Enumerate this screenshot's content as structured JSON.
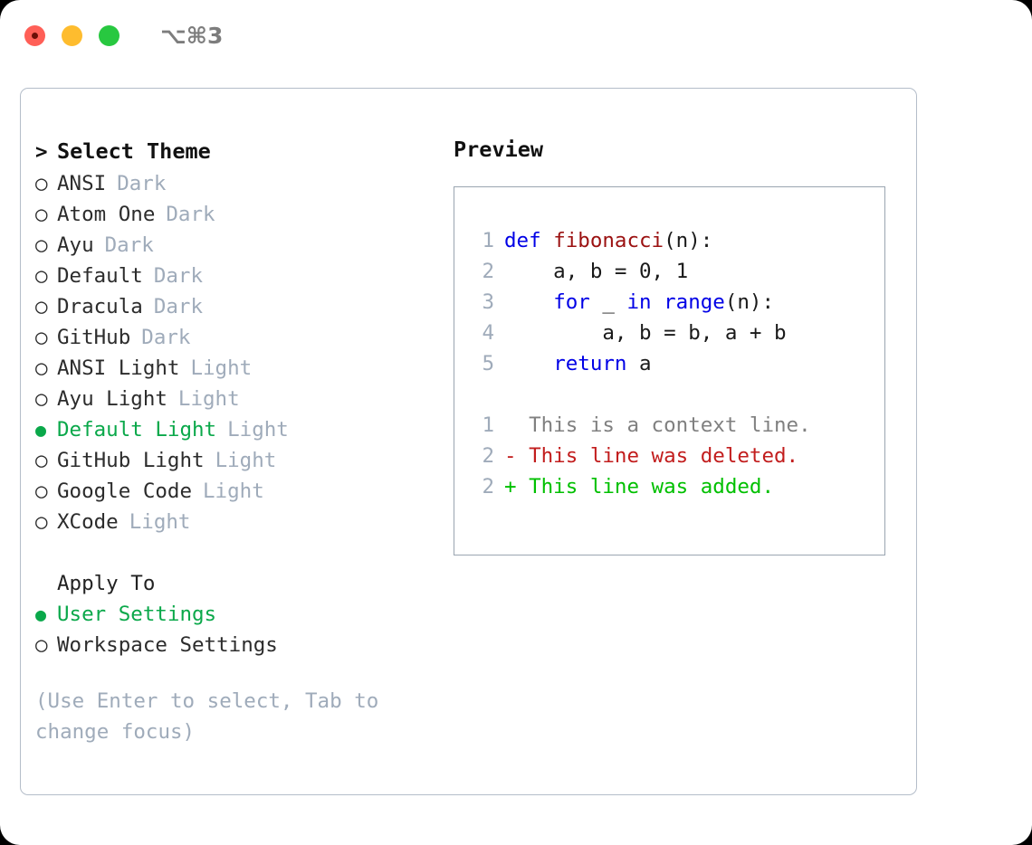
{
  "titlebar": {
    "shortcut": "⌥⌘3",
    "lights": [
      "close",
      "minimize",
      "zoom"
    ]
  },
  "theme_list": {
    "header": {
      "marker": ">",
      "label": "Select Theme"
    },
    "items": [
      {
        "marker": "○",
        "name": "ANSI",
        "badge": "Dark",
        "selected": false
      },
      {
        "marker": "○",
        "name": "Atom One",
        "badge": "Dark",
        "selected": false
      },
      {
        "marker": "○",
        "name": "Ayu",
        "badge": "Dark",
        "selected": false
      },
      {
        "marker": "○",
        "name": "Default",
        "badge": "Dark",
        "selected": false
      },
      {
        "marker": "○",
        "name": "Dracula",
        "badge": "Dark",
        "selected": false
      },
      {
        "marker": "○",
        "name": "GitHub",
        "badge": "Dark",
        "selected": false
      },
      {
        "marker": "○",
        "name": "ANSI Light",
        "badge": "Light",
        "selected": false
      },
      {
        "marker": "○",
        "name": "Ayu Light",
        "badge": "Light",
        "selected": false
      },
      {
        "marker": "●",
        "name": "Default Light",
        "badge": "Light",
        "selected": true
      },
      {
        "marker": "○",
        "name": "GitHub Light",
        "badge": "Light",
        "selected": false
      },
      {
        "marker": "○",
        "name": "Google Code",
        "badge": "Light",
        "selected": false
      },
      {
        "marker": "○",
        "name": "XCode",
        "badge": "Light",
        "selected": false
      }
    ]
  },
  "apply_to": {
    "header": "Apply To",
    "options": [
      {
        "marker": "●",
        "label": "User Settings",
        "selected": true
      },
      {
        "marker": "○",
        "label": "Workspace Settings",
        "selected": false
      }
    ]
  },
  "hint": "(Use Enter to select, Tab to change focus)",
  "preview": {
    "title": "Preview",
    "code": [
      {
        "lineno": "1",
        "tokens": [
          {
            "t": "def ",
            "c": "kw"
          },
          {
            "t": "fibonacci",
            "c": "fn"
          },
          {
            "t": "(n):",
            "c": "code-text"
          }
        ]
      },
      {
        "lineno": "2",
        "tokens": [
          {
            "t": "    a, b = 0, 1",
            "c": "code-text"
          }
        ]
      },
      {
        "lineno": "3",
        "tokens": [
          {
            "t": "    ",
            "c": "code-text"
          },
          {
            "t": "for",
            "c": "kw"
          },
          {
            "t": " _ ",
            "c": "code-text"
          },
          {
            "t": "in",
            "c": "kw"
          },
          {
            "t": " ",
            "c": "code-text"
          },
          {
            "t": "range",
            "c": "kw"
          },
          {
            "t": "(n):",
            "c": "code-text"
          }
        ]
      },
      {
        "lineno": "4",
        "tokens": [
          {
            "t": "        a, b = b, a + b",
            "c": "code-text"
          }
        ]
      },
      {
        "lineno": "5",
        "tokens": [
          {
            "t": "    ",
            "c": "code-text"
          },
          {
            "t": "return",
            "c": "kw"
          },
          {
            "t": " a",
            "c": "code-text"
          }
        ]
      }
    ],
    "diff": [
      {
        "lineno": "1",
        "sign": " ",
        "text": " This is a context line.",
        "kind": "ctx"
      },
      {
        "lineno": "2",
        "sign": "-",
        "text": " This line was deleted.",
        "kind": "del"
      },
      {
        "lineno": "2",
        "sign": "+",
        "text": " This line was added.",
        "kind": "add"
      }
    ]
  },
  "colors": {
    "accent_green": "#0aa84a",
    "badge_grey": "#9fabba",
    "keyword_blue": "#0000e6",
    "function_red": "#9b1111",
    "diff_deleted": "#c21d1d",
    "diff_added": "#00c000",
    "context_grey": "#808080",
    "panel_border": "#b4bdc9",
    "preview_border": "#9aa5b1"
  }
}
